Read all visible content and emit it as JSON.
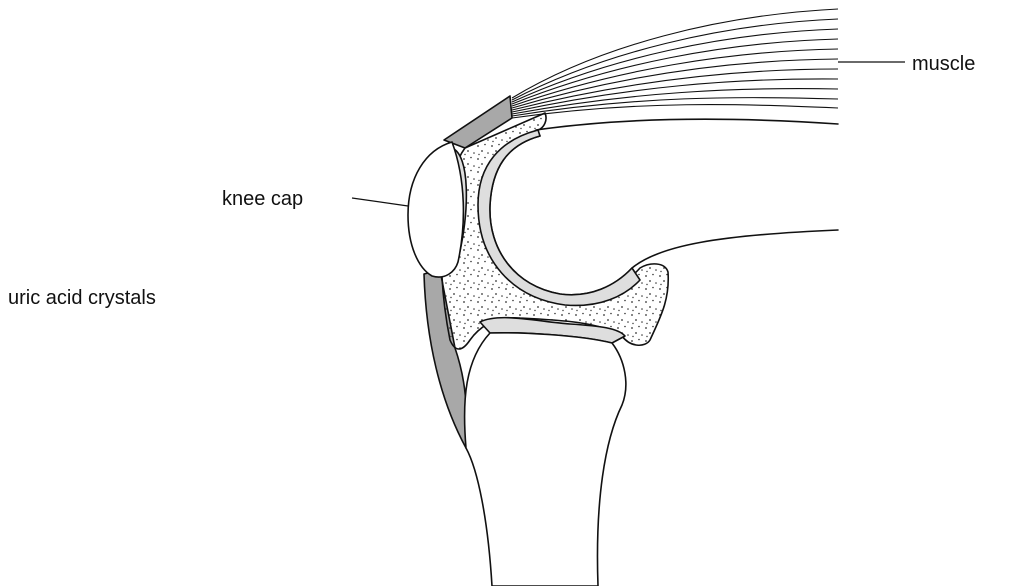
{
  "labels": {
    "muscle": "muscle",
    "knee_cap": "knee cap",
    "uric_acid_crystals": "uric acid crystals"
  },
  "colors": {
    "outline": "#111111",
    "cartilage_fill": "#dedede",
    "tendon_fill": "#a8a8a8",
    "bone_fill": "#ffffff",
    "crystal_dots": "#333333"
  }
}
